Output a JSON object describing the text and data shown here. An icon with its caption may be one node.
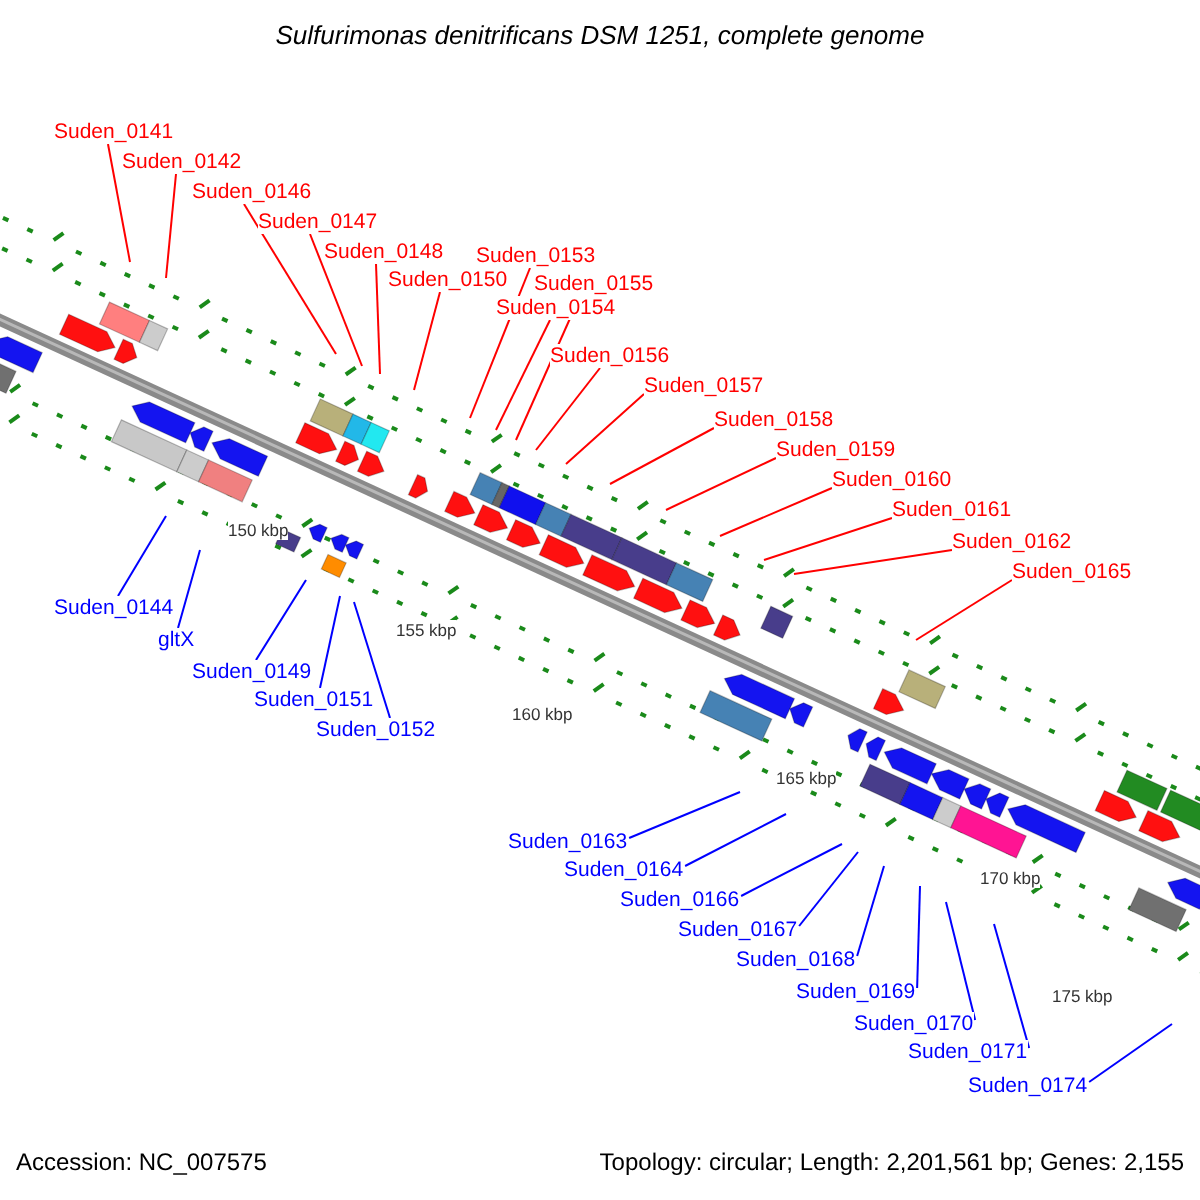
{
  "diagram": {
    "title": "Sulfurimonas denitrificans DSM 1251, complete genome",
    "nodes": [
      {
        "text": [
          "Suden_0141"
        ]
      },
      {
        "text": [
          "Suden_0142"
        ]
      },
      {
        "text": [
          "Suden_0146"
        ]
      },
      {
        "text": [
          "Suden_0147"
        ]
      },
      {
        "text": [
          "Suden_0148"
        ]
      },
      {
        "text": [
          "Suden_0150"
        ]
      },
      {
        "text": [
          "Suden_0153"
        ]
      },
      {
        "text": [
          "Suden_0155"
        ]
      },
      {
        "text": [
          "Suden_0154"
        ]
      },
      {
        "text": [
          "Suden_0156"
        ]
      },
      {
        "text": [
          "Suden_0157"
        ]
      },
      {
        "text": [
          "Suden_0158"
        ]
      },
      {
        "text": [
          "Suden_0159"
        ]
      },
      {
        "text": [
          "Suden_0160"
        ]
      },
      {
        "text": [
          "Suden_0161"
        ]
      },
      {
        "text": [
          "Suden_0162"
        ]
      },
      {
        "text": [
          "Suden_0165"
        ]
      },
      {
        "text": [
          "Suden_0144"
        ]
      },
      {
        "text": [
          "gltX"
        ]
      },
      {
        "text": [
          "Suden_0149"
        ]
      },
      {
        "text": [
          "Suden_0151"
        ]
      },
      {
        "text": [
          "Suden_0152"
        ]
      },
      {
        "text": [
          "Suden_0163"
        ]
      },
      {
        "text": [
          "Suden_0164"
        ]
      },
      {
        "text": [
          "Suden_0166"
        ]
      },
      {
        "text": [
          "Suden_0167"
        ]
      },
      {
        "text": [
          "Suden_0168"
        ]
      },
      {
        "text": [
          "Suden_0169"
        ]
      },
      {
        "text": [
          "Suden_0170"
        ]
      },
      {
        "text": [
          "Suden_0171"
        ]
      },
      {
        "text": [
          "Suden_0174"
        ]
      }
    ],
    "edges": [
      {
        "from": 0,
        "to": null,
        "arrow": "none"
      },
      {
        "from": 1,
        "to": null,
        "arrow": "none"
      },
      {
        "from": 2,
        "to": null,
        "arrow": "none"
      },
      {
        "from": 3,
        "to": null,
        "arrow": "none"
      },
      {
        "from": 4,
        "to": null,
        "arrow": "none"
      },
      {
        "from": 5,
        "to": null,
        "arrow": "none"
      },
      {
        "from": 6,
        "to": null,
        "arrow": "none"
      },
      {
        "from": 7,
        "to": null,
        "arrow": "none"
      },
      {
        "from": 8,
        "to": null,
        "arrow": "none"
      },
      {
        "from": 9,
        "to": null,
        "arrow": "none"
      },
      {
        "from": 10,
        "to": null,
        "arrow": "none"
      },
      {
        "from": 11,
        "to": null,
        "arrow": "none"
      },
      {
        "from": 12,
        "to": null,
        "arrow": "none"
      },
      {
        "from": 13,
        "to": null,
        "arrow": "none"
      },
      {
        "from": 14,
        "to": null,
        "arrow": "none"
      },
      {
        "from": 15,
        "to": null,
        "arrow": "none"
      },
      {
        "from": 16,
        "to": null,
        "arrow": "none"
      },
      {
        "from": 17,
        "to": null,
        "arrow": "none",
        "color": "#0000ff"
      },
      {
        "from": 18,
        "to": null,
        "arrow": "none",
        "color": "#0000ff"
      },
      {
        "from": 19,
        "to": null,
        "arrow": "none",
        "color": "#0000ff"
      },
      {
        "from": 20,
        "to": null,
        "arrow": "none",
        "color": "#0000ff"
      },
      {
        "from": 21,
        "to": null,
        "arrow": "none",
        "color": "#0000ff"
      },
      {
        "from": 22,
        "to": null,
        "arrow": "none",
        "color": "#0000ff"
      },
      {
        "from": 23,
        "to": null,
        "arrow": "none",
        "color": "#0000ff"
      },
      {
        "from": 24,
        "to": null,
        "arrow": "none",
        "color": "#0000ff"
      },
      {
        "from": 25,
        "to": null,
        "arrow": "none",
        "color": "#0000ff"
      },
      {
        "from": 26,
        "to": null,
        "arrow": "none",
        "color": "#0000ff"
      },
      {
        "from": 27,
        "to": null,
        "arrow": "none",
        "color": "#0000ff"
      },
      {
        "from": 28,
        "to": null,
        "arrow": "none",
        "color": "#0000ff"
      },
      {
        "from": 29,
        "to": null,
        "arrow": "none",
        "color": "#0000ff"
      },
      {
        "from": 30,
        "to": null,
        "arrow": "none",
        "color": "#0000ff"
      }
    ],
    "labels": [
      "150 kbp",
      "155 kbp",
      "160 kbp",
      "165 kbp",
      "170 kbp",
      "175 kbp",
      "Accession: NC_007575",
      "Topology: circular; Length: 2,201,561 bp; Genes: 2,155"
    ]
  }
}
